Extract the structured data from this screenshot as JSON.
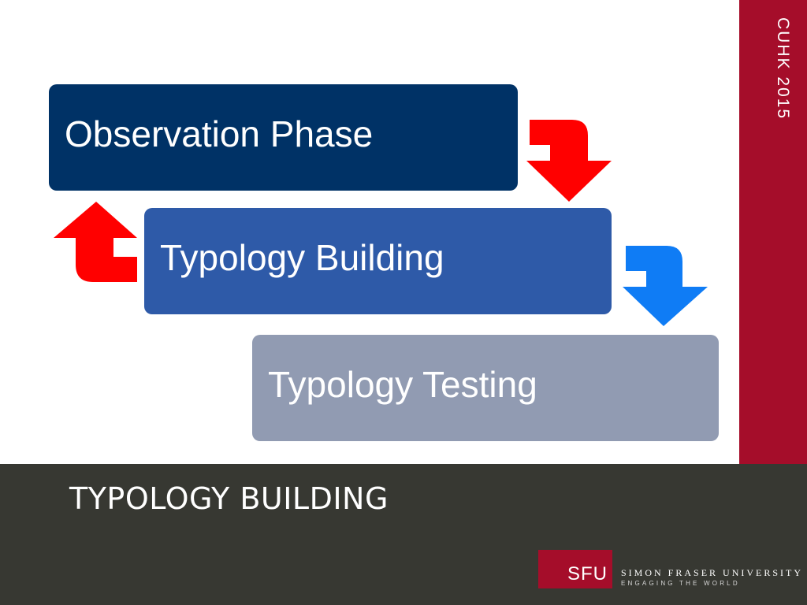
{
  "side_label": "CUHK  2015",
  "steps": [
    {
      "label": "Observation Phase",
      "color": "#003266"
    },
    {
      "label": "Typology Building",
      "color": "#2e5aa8"
    },
    {
      "label": "Typology Testing",
      "color": "#919bb2"
    }
  ],
  "arrows": [
    {
      "from": "Observation Phase",
      "to": "Typology Building",
      "color": "#ff0000"
    },
    {
      "from": "Typology Building",
      "to": "Typology Testing",
      "color": "#0f7cf5"
    },
    {
      "from": "Typology Building",
      "to": "Observation Phase",
      "color": "#ff0000"
    }
  ],
  "footer": {
    "title": "TYPOLOGY BUILDING",
    "logo": {
      "mark": "SFU",
      "name": "SIMON FRASER UNIVERSITY",
      "tagline": "ENGAGING THE WORLD"
    }
  },
  "colors": {
    "accent": "#a50d2a",
    "footer_bg": "#373832"
  }
}
